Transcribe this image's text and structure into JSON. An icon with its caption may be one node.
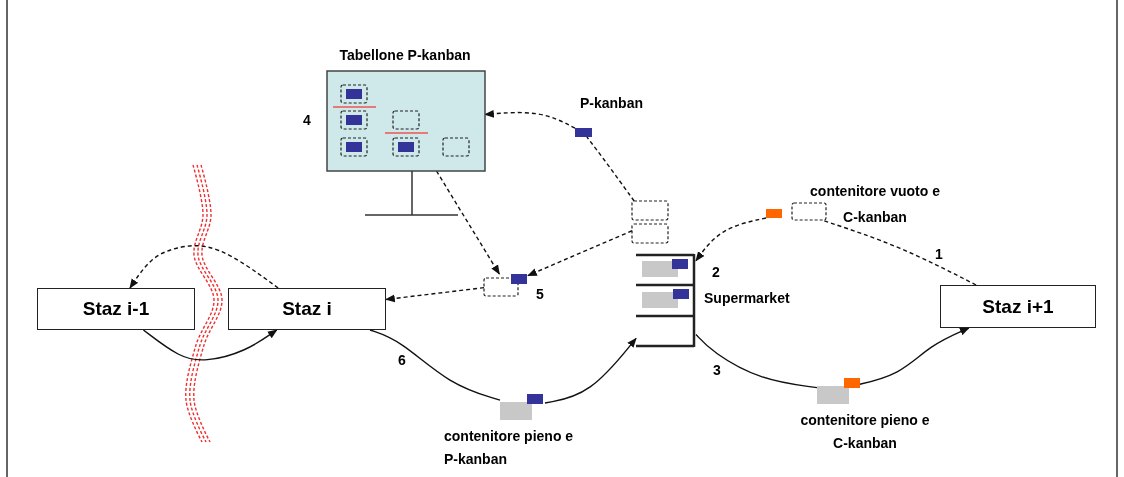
{
  "diagram": {
    "nodes": [
      {
        "text": [
          "Staz i-1"
        ]
      },
      {
        "text": [
          "Staz i"
        ]
      },
      {
        "text": [
          "Staz i+1"
        ]
      },
      {
        "text": [
          "Tabellone P-kanban"
        ],
        "beside": [
          "4"
        ]
      },
      {
        "text": [
          "2",
          "Supermarket"
        ]
      },
      {
        "text": [],
        "shape": "box",
        "beside": [
          "5"
        ]
      },
      {
        "text": [],
        "shape": "box"
      },
      {
        "text": [
          "P-kanban"
        ]
      },
      {
        "text": [
          "contenitore vuoto e C-kanban"
        ]
      },
      {
        "text": [
          "contenitore pieno e P-kanban"
        ]
      },
      {
        "text": [
          "contenitore pieno e C-kanban"
        ]
      }
    ],
    "edges": [
      {
        "from": 0,
        "to": 1,
        "arrow": "to"
      },
      {
        "from": 1,
        "to": 0,
        "arrow": "to",
        "style": "dashed"
      },
      {
        "from": 3,
        "to": 5,
        "arrow": "to",
        "style": "dashed"
      },
      {
        "from": 5,
        "to": 1,
        "arrow": "to",
        "style": "dashed"
      },
      {
        "from": 6,
        "to": 5,
        "arrow": "to",
        "style": "dashed"
      },
      {
        "from": 6,
        "to": 7,
        "arrow": "none",
        "style": "dashed"
      },
      {
        "from": 7,
        "to": 3,
        "arrow": "to",
        "style": "dashed"
      },
      {
        "from": 2,
        "to": 8,
        "arrow": "none",
        "style": "dashed",
        "label": "1"
      },
      {
        "from": 8,
        "to": 4,
        "arrow": "to",
        "style": "dashed"
      },
      {
        "from": 4,
        "to": 10,
        "arrow": "none",
        "label": "3"
      },
      {
        "from": 10,
        "to": 2,
        "arrow": "to"
      },
      {
        "from": 1,
        "to": 9,
        "arrow": "none",
        "label": "6"
      },
      {
        "from": 9,
        "to": 4,
        "arrow": "to"
      }
    ]
  }
}
